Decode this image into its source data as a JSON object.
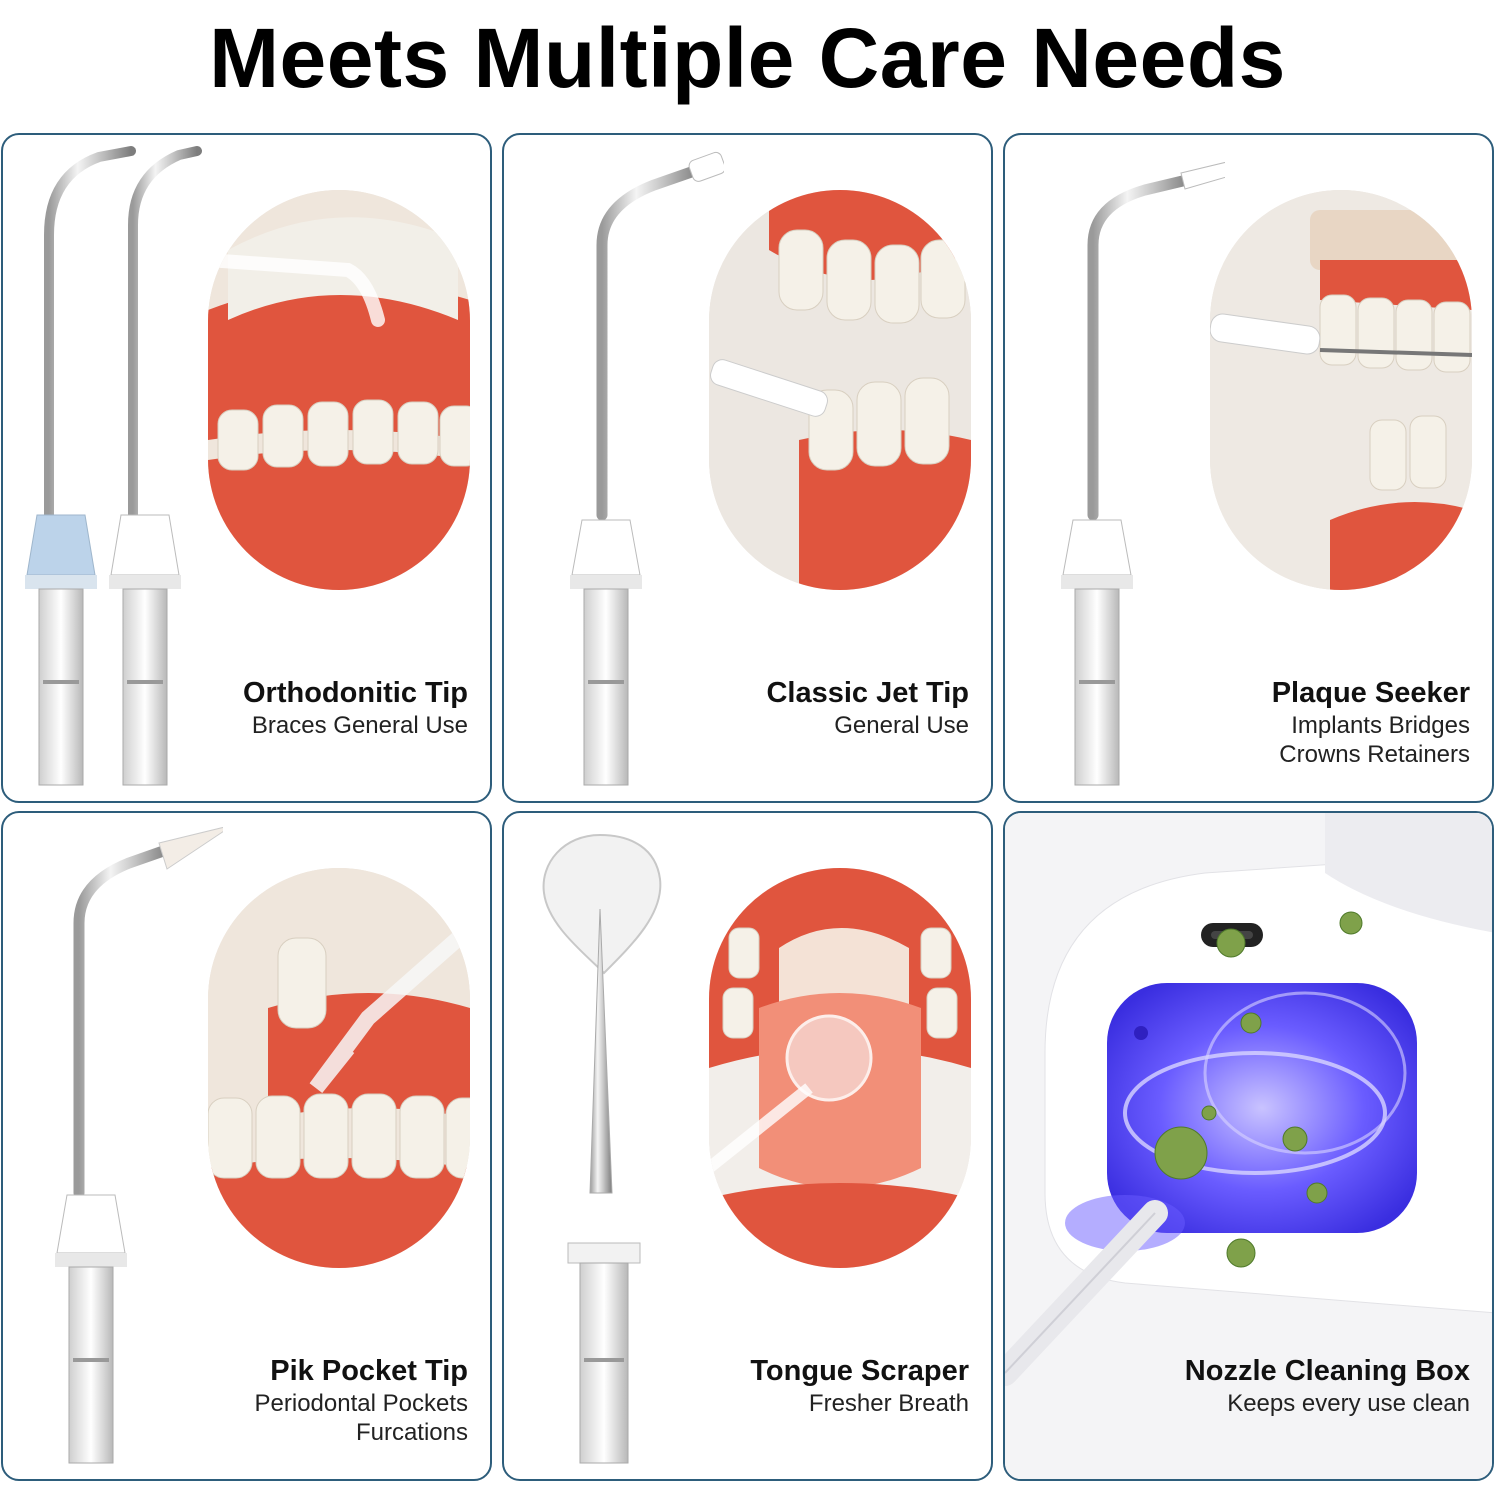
{
  "headline": "Meets Multiple Care Needs",
  "colors": {
    "card_border": "#2d5d7b",
    "gum_red": "#e0553e",
    "uv_blue": "#5a4bff",
    "tip_blue_ring": "#bcd3ea"
  },
  "cards": [
    {
      "title": "Orthodonitic Tip",
      "sub": [
        "Braces General Use"
      ]
    },
    {
      "title": "Classic Jet Tip",
      "sub": [
        "General Use"
      ]
    },
    {
      "title": "Plaque Seeker",
      "sub": [
        "Implants Bridges",
        "Crowns Retainers"
      ]
    },
    {
      "title": "Pik Pocket Tip",
      "sub": [
        "Periodontal Pockets",
        "Furcations"
      ]
    },
    {
      "title": "Tongue Scraper",
      "sub": [
        "Fresher Breath"
      ]
    },
    {
      "title": "Nozzle Cleaning Box",
      "sub": [
        "Keeps every use clean"
      ]
    }
  ]
}
